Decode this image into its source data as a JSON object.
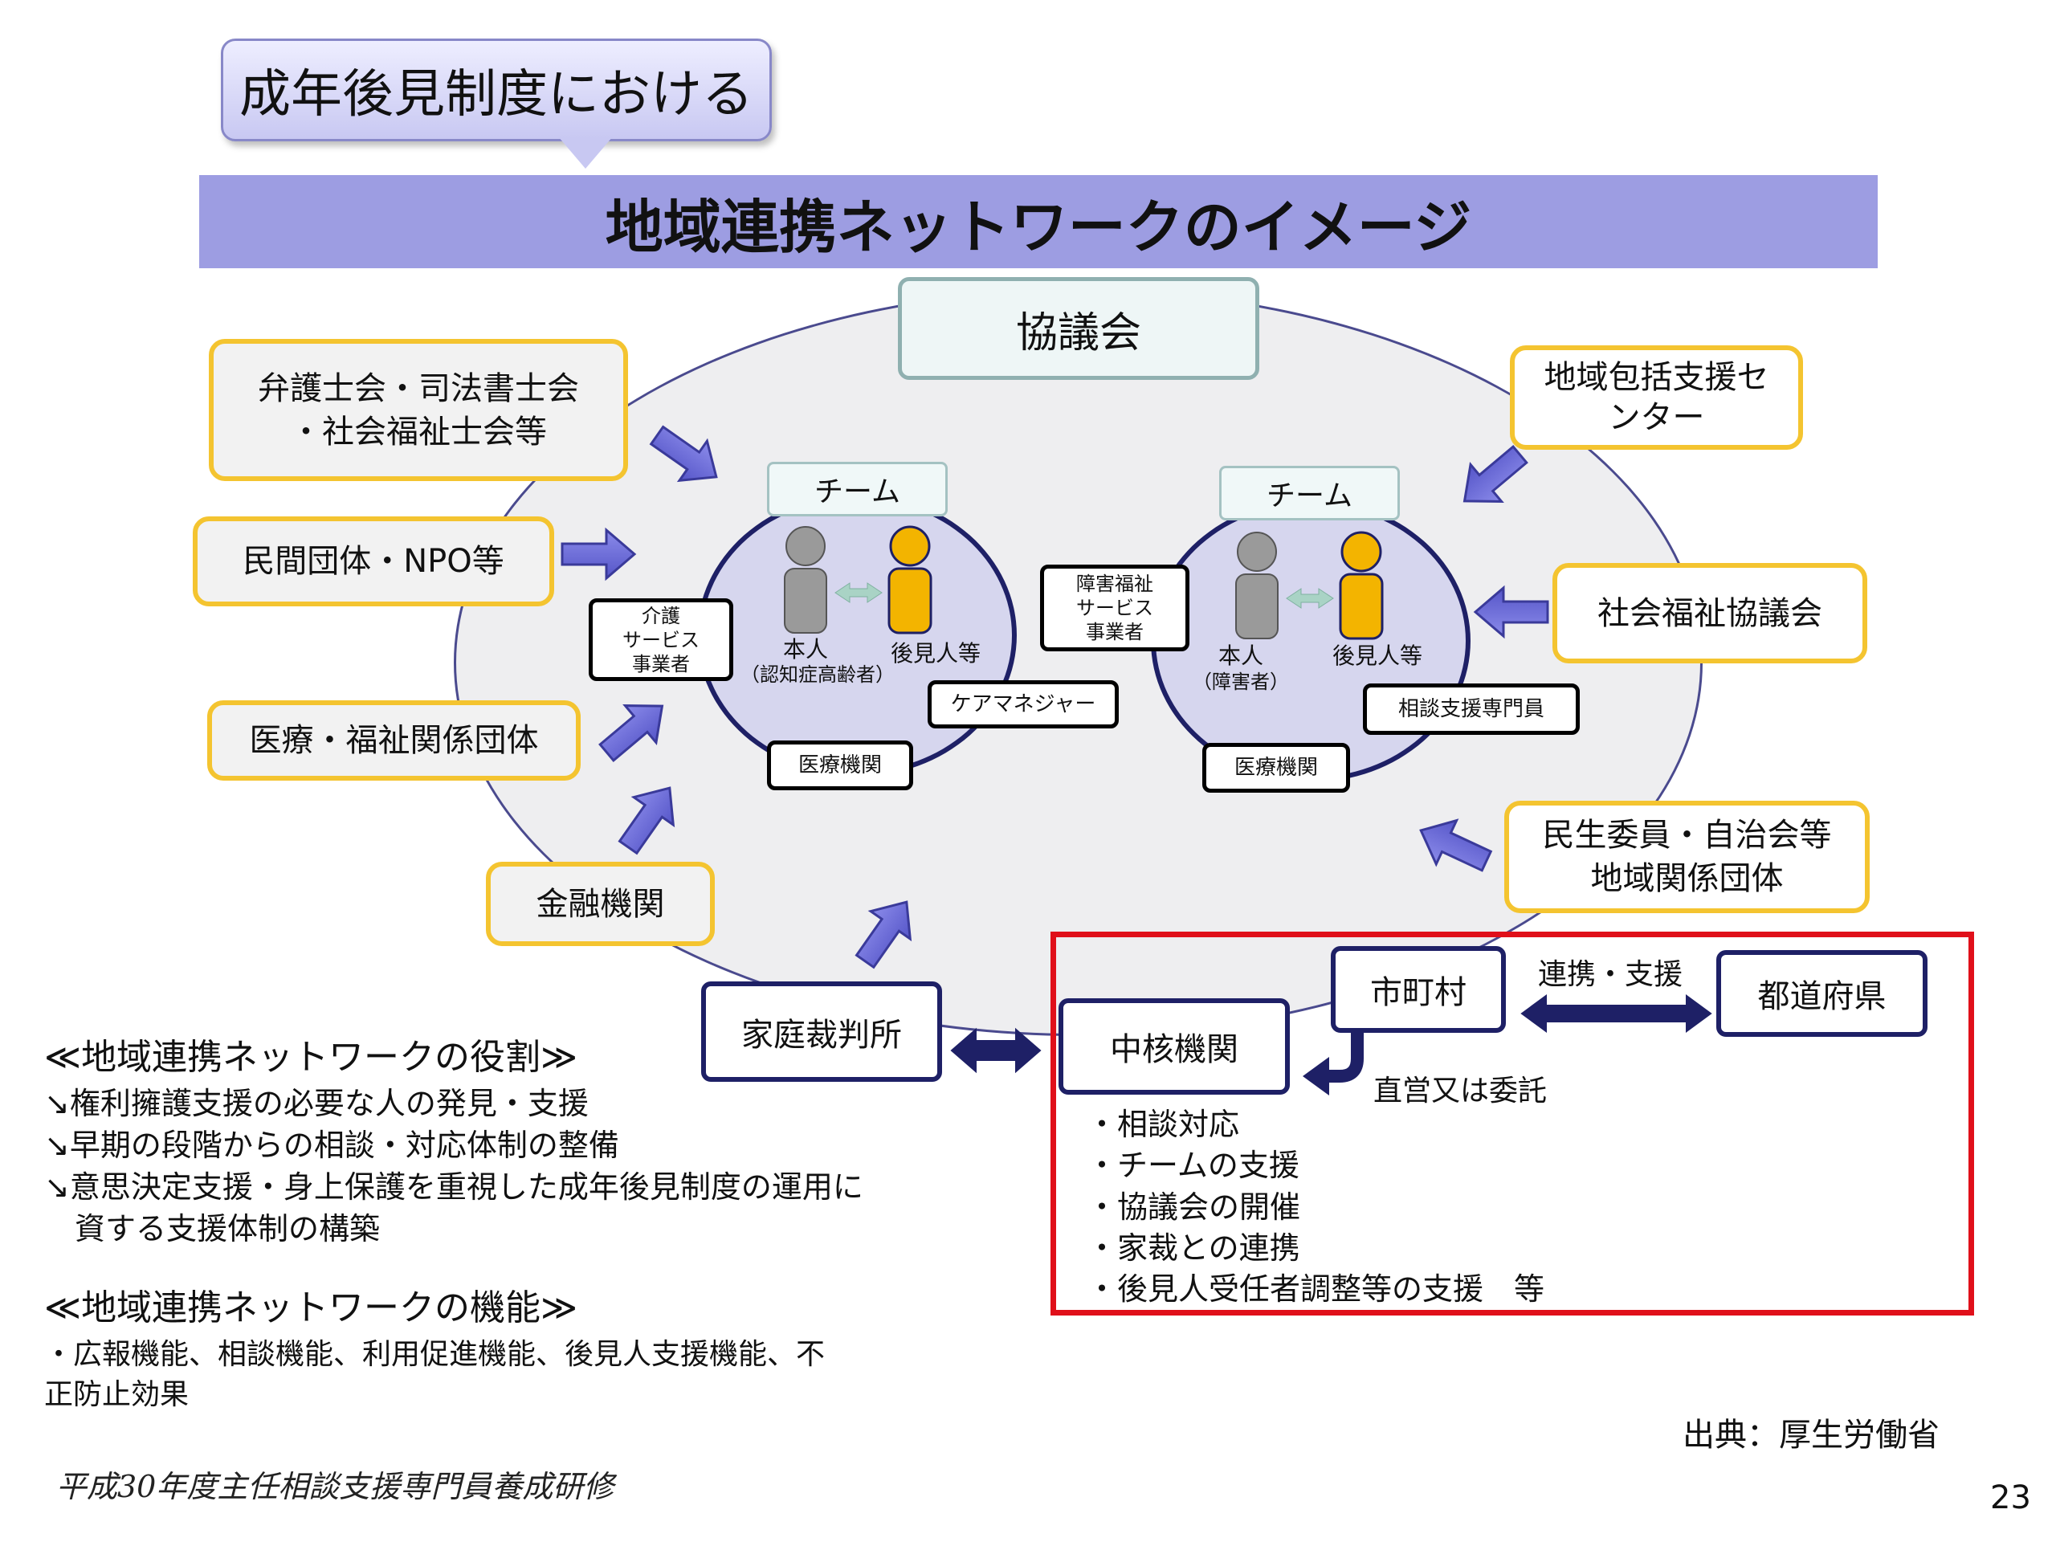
{
  "title": {
    "balloon": "成年後見制度における",
    "banner": "地域連携ネットワークのイメージ"
  },
  "council": "協議会",
  "left_team": {
    "label": "チーム",
    "person": "本人",
    "person_note": "（認知症高齢者）",
    "guardian": "後見人等",
    "service_provider": [
      "介護",
      "サービス",
      "事業者"
    ],
    "medical": "医療機関",
    "care_manager": "ケアマネジャー"
  },
  "right_team": {
    "label": "チーム",
    "person": "本人",
    "person_note": "（障害者）",
    "guardian": "後見人等",
    "service_provider": [
      "障害福祉",
      "サービス",
      "事業者"
    ],
    "medical": "医療機関",
    "consultant": "相談支援専門員"
  },
  "orgs": {
    "lawyers": [
      "弁護士会・司法書士会",
      "・社会福祉士会等"
    ],
    "npo": "民間団体・NPO等",
    "medical_welfare": "医療・福祉関係団体",
    "financial": "金融機関",
    "community_center": [
      "地域包括支援セ",
      "ンター"
    ],
    "social_welfare_council": "社会福祉協議会",
    "volunteers": [
      "民生委員・自治会等",
      "地域関係団体"
    ]
  },
  "family_court": "家庭裁判所",
  "core_section": {
    "core_agency": "中核機関",
    "municipality": "市町村",
    "prefecture": "都道府県",
    "cooperation": "連携・支援",
    "direct": "直営又は委託",
    "functions": [
      "・相談対応",
      "・チームの支援",
      "・協議会の開催",
      "・家裁との連携",
      "・後見人受任者調整等の支援　等"
    ]
  },
  "roles": {
    "heading": "≪地域連携ネットワークの役割≫",
    "items": [
      "↘権利擁護支援の必要な人の発見・支援",
      "↘早期の段階からの相談・対応体制の整備",
      "↘意思決定支援・身上保護を重視した成年後見制度の運用に",
      "　資する支援体制の構築"
    ]
  },
  "functions": {
    "heading": "≪地域連携ネットワークの機能≫",
    "lines": [
      "・広報機能、相談機能、利用促進機能、後見人支援機能、不",
      "正防止効果"
    ]
  },
  "source": "出典：厚生労働省",
  "footer_left": "平成30年度主任相談支援専門員養成研修",
  "page_number": "23",
  "colors": {
    "banner": "#9d9de2",
    "arrow": "#6a6ad6",
    "navy": "#1e2066",
    "orange_border": "#f4c430",
    "red_frame": "#e0101a"
  }
}
